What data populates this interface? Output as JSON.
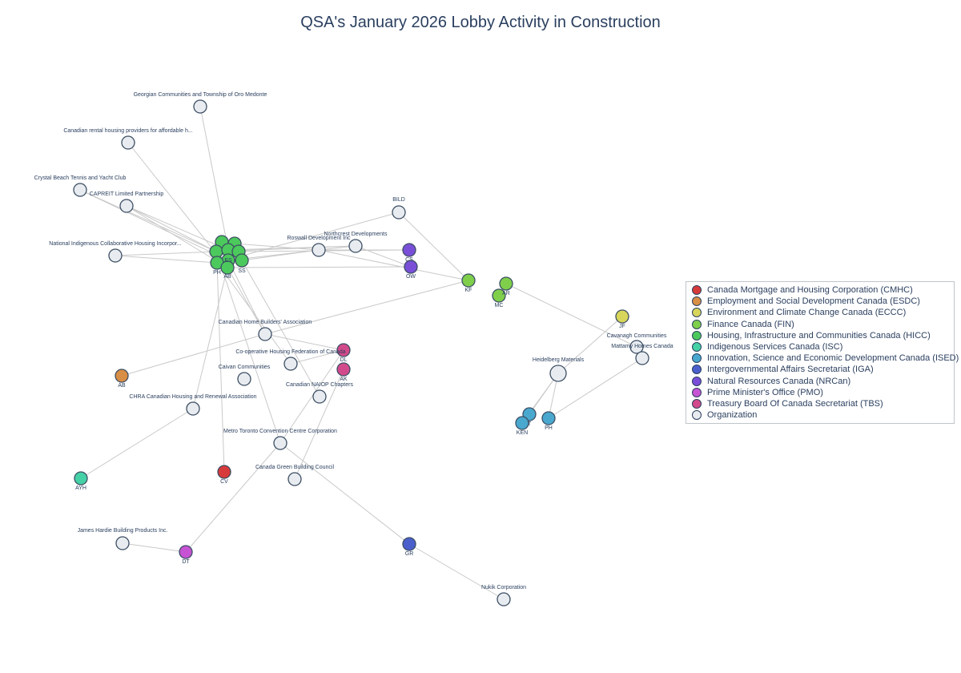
{
  "title": "QSA's January 2026 Lobby Activity in Construction",
  "colors": {
    "edge": "#c9c9c9",
    "node_stroke": "#3c4e63",
    "label": "#2a3f5f"
  },
  "legend": [
    {
      "name": "Canada Mortgage and Housing Corporation (CMHC)",
      "color": "#d63a3a"
    },
    {
      "name": "Employment and Social Development Canada (ESDC)",
      "color": "#d98e45"
    },
    {
      "name": "Environment and Climate Change Canada (ECCC)",
      "color": "#d7d65a"
    },
    {
      "name": "Finance Canada (FIN)",
      "color": "#7fcf4b"
    },
    {
      "name": "Housing, Infrastructure and Communities Canada (HICC)",
      "color": "#4cc95c"
    },
    {
      "name": "Indigenous Services Canada (ISC)",
      "color": "#45d1a6"
    },
    {
      "name": "Innovation, Science and Economic Development Canada (ISED)",
      "color": "#4aa8cf"
    },
    {
      "name": "Intergovernmental Affairs Secretariat (IGA)",
      "color": "#4b5fcc"
    },
    {
      "name": "Natural Resources Canada (NRCan)",
      "color": "#7a4fd8"
    },
    {
      "name": "Prime Minister's Office (PMO)",
      "color": "#c653d3"
    },
    {
      "name": "Treasury Board Of Canada Secretariat (TBS)",
      "color": "#d24a8b"
    },
    {
      "name": "Organization",
      "color": "#e8ecf0"
    }
  ]
}
